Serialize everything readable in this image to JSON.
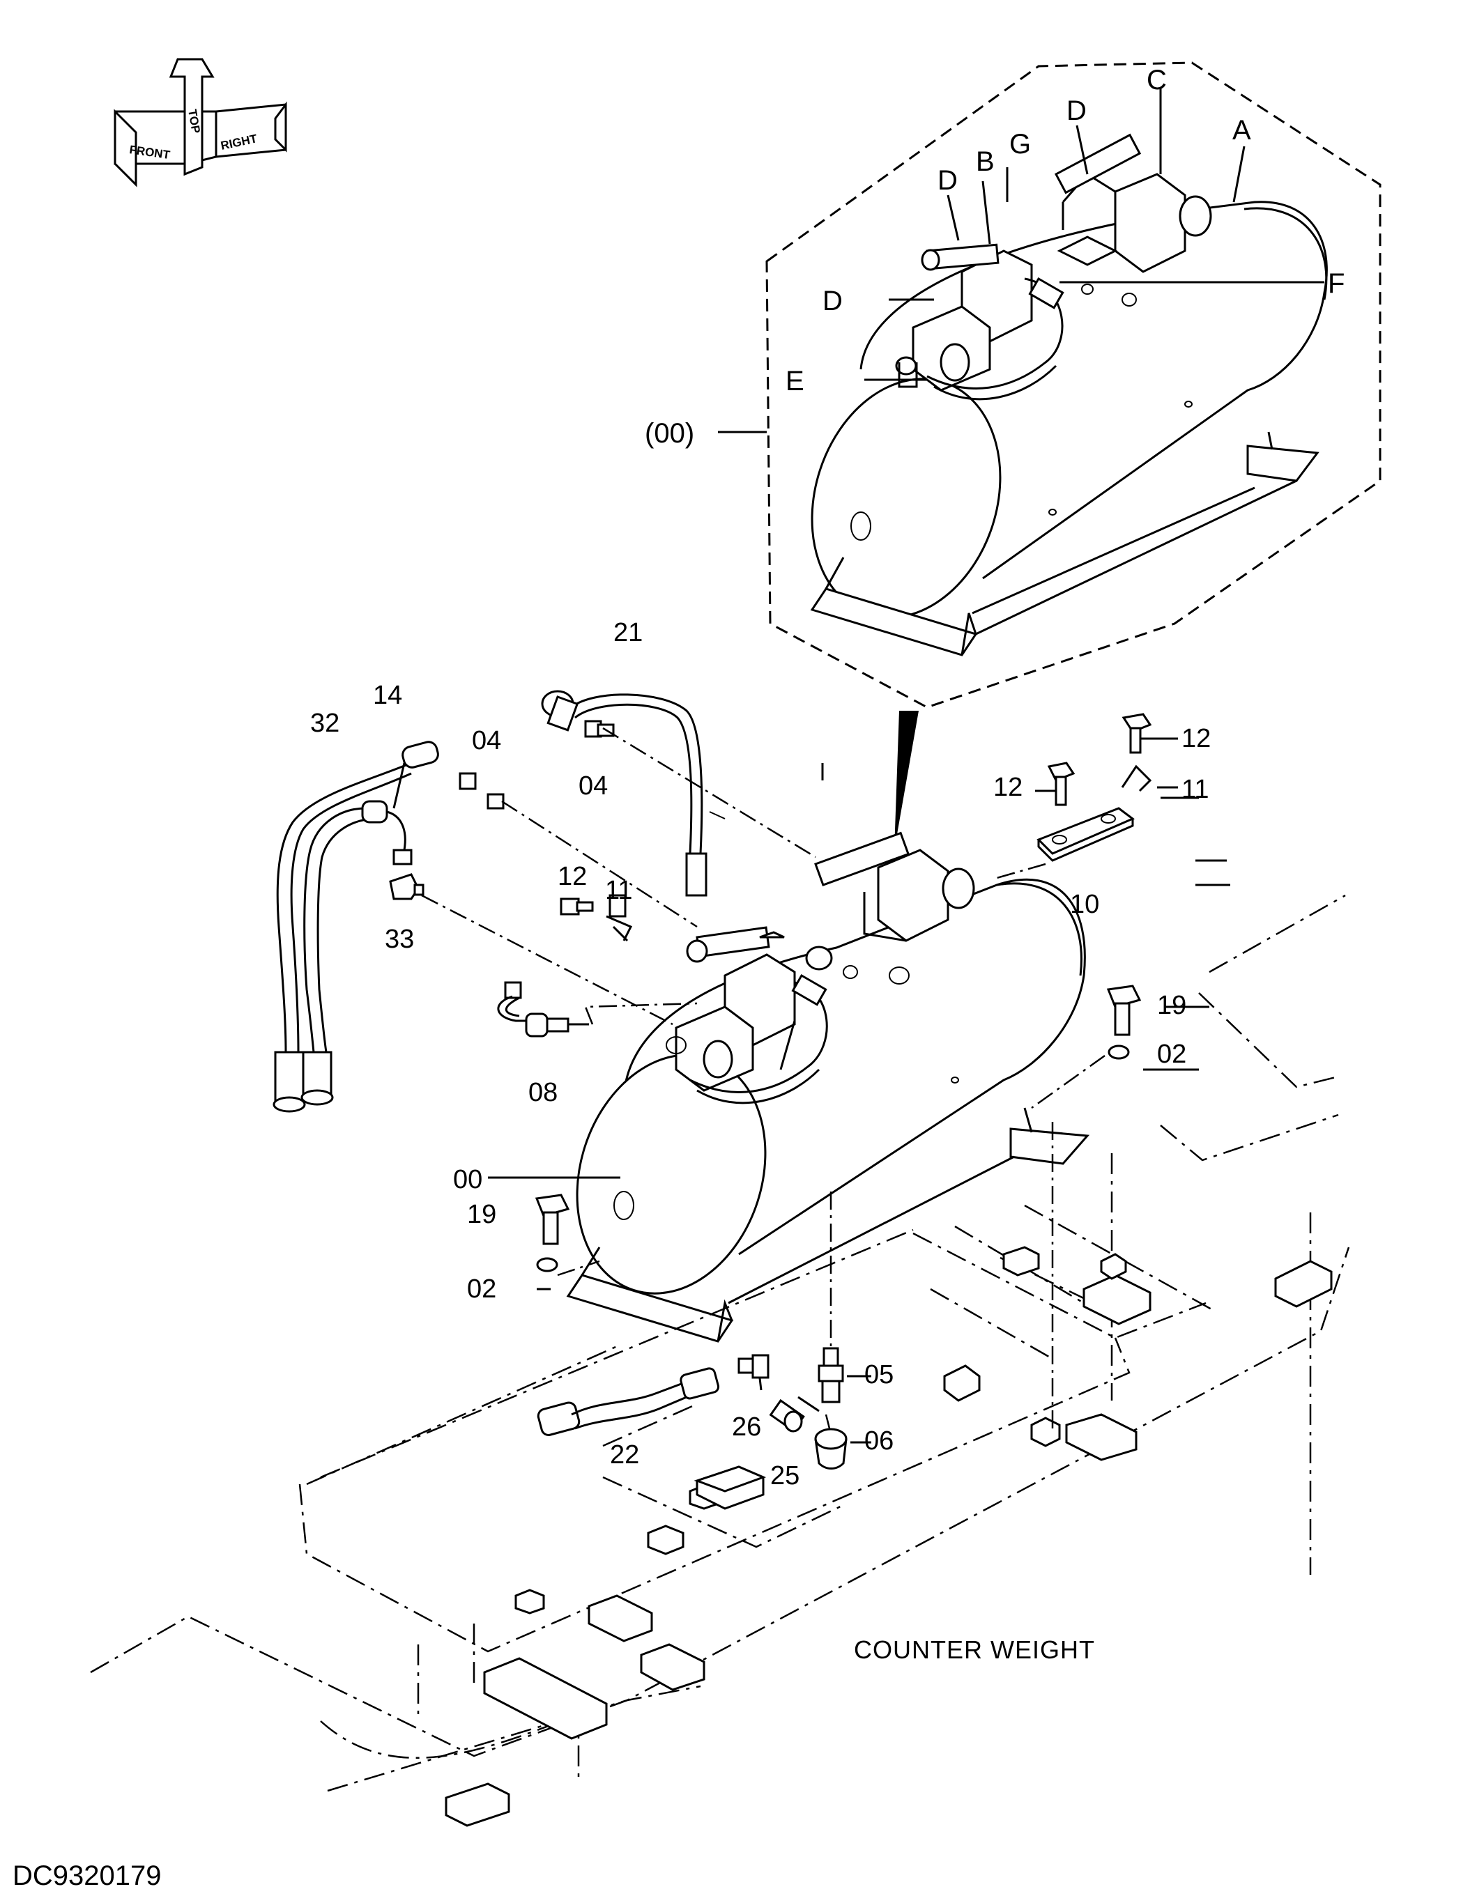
{
  "orientation": {
    "front": "FRONT",
    "top": "TOP",
    "right": "RIGHT"
  },
  "detail_labels": {
    "A": "A",
    "B": "B",
    "C": "C",
    "D1": "D",
    "D2": "D",
    "D3": "D",
    "E": "E",
    "F": "F",
    "G": "G",
    "assy": "(00)"
  },
  "part_labels": {
    "p21": "21",
    "p14": "14",
    "p32": "32",
    "p04a": "04",
    "p04b": "04",
    "p12a": "12",
    "p12b": "12",
    "p12c": "12",
    "p11a": "11",
    "p11b": "11",
    "p10": "10",
    "p33": "33",
    "p08": "08",
    "p19a": "19",
    "p19b": "19",
    "p02a": "02",
    "p02b": "02",
    "p00": "00",
    "p05": "05",
    "p06": "06",
    "p26": "26",
    "p25": "25",
    "p22": "22"
  },
  "caption": "COUNTER  WEIGHT",
  "drawing_code": "DC9320179"
}
